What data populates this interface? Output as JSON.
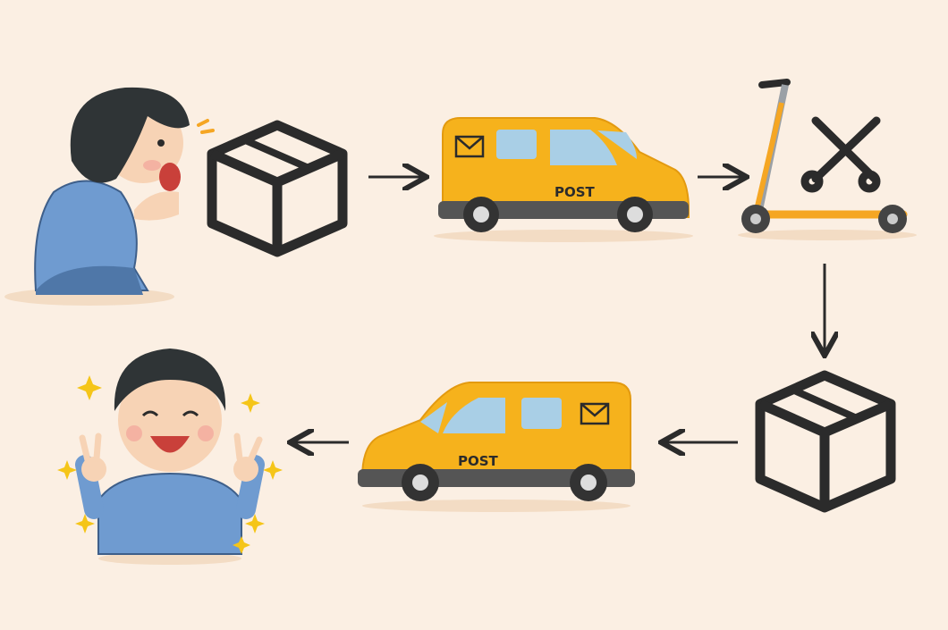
{
  "colors": {
    "background": "#fbefe3",
    "van": "#f6b21c",
    "van_dark": "#e39a10",
    "outline": "#2b2b2b",
    "sweater": "#6f9bd0",
    "scooter": "#f5a623",
    "sparkle": "#f5c518"
  },
  "vans": {
    "outbound": {
      "label": "POST",
      "icon": "envelope-icon"
    },
    "return": {
      "label": "POST",
      "icon": "envelope-icon"
    }
  },
  "flow": [
    "surprised-person",
    "package",
    "post-van",
    "scooter-repair",
    "package",
    "post-van",
    "happy-child"
  ]
}
